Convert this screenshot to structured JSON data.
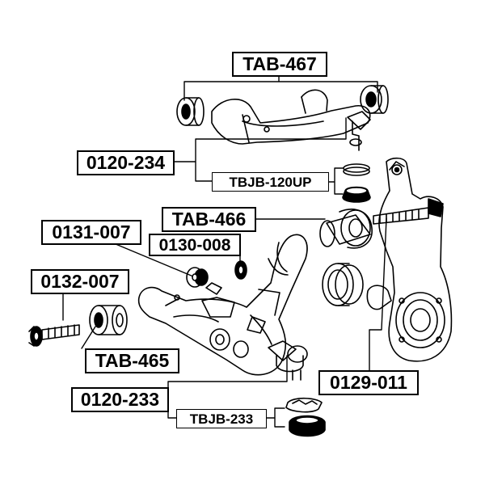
{
  "labels": {
    "tab467": "TAB-467",
    "p0120_234": "0120-234",
    "tbjb120up": "TBJB-120UP",
    "tab466": "TAB-466",
    "p0131_007": "0131-007",
    "p0130_008": "0130-008",
    "p0132_007": "0132-007",
    "tab465": "TAB-465",
    "p0129_011": "0129-011",
    "p0120_233": "0120-233",
    "tbjb233": "TBJB-233"
  }
}
